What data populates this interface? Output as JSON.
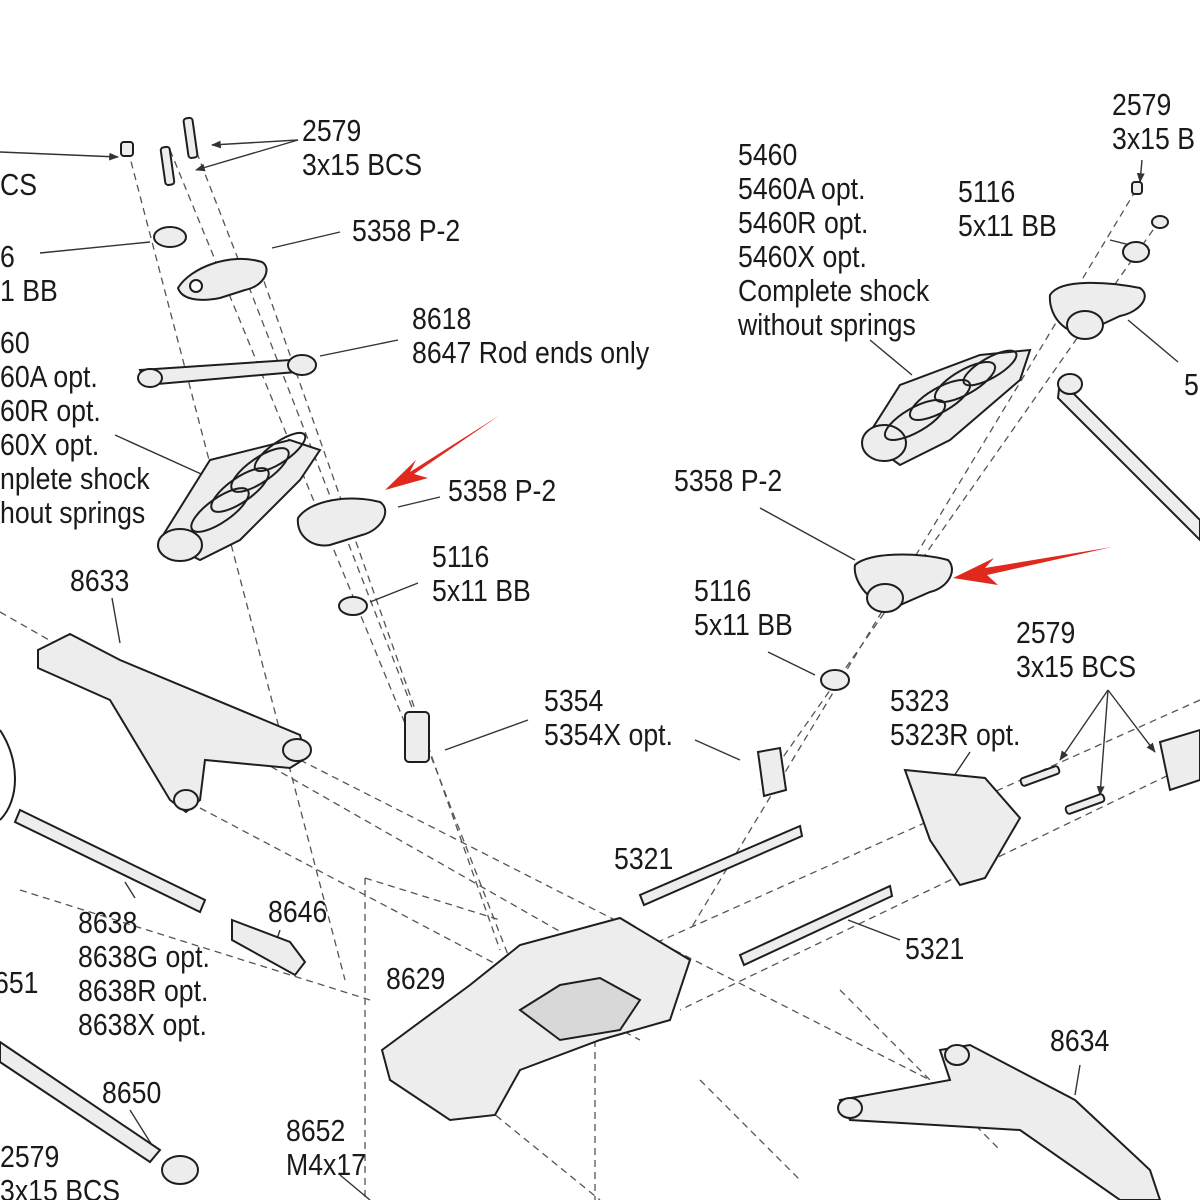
{
  "callouts": [
    {
      "id": "top-screw-left",
      "lines": [
        "2579",
        "3x15 BCS"
      ]
    },
    {
      "id": "cut-left-bcs",
      "lines": [
        "CS"
      ]
    },
    {
      "id": "cut-left-bb",
      "lines": [
        "6",
        "1 BB"
      ]
    },
    {
      "id": "upper-mount-left",
      "lines": [
        "5358 P-2"
      ]
    },
    {
      "id": "rod-ends",
      "lines": [
        "8618",
        "8647 Rod ends only"
      ]
    },
    {
      "id": "cut-left-shock",
      "lines": [
        "60",
        "60A opt.",
        "60R opt.",
        "60X opt.",
        "nplete shock",
        "hout springs"
      ]
    },
    {
      "id": "lower-mount-left",
      "lines": [
        "5358 P-2"
      ]
    },
    {
      "id": "bearing-left",
      "lines": [
        "5116",
        "5x11 BB"
      ]
    },
    {
      "id": "arm-8633",
      "lines": [
        "8633"
      ]
    },
    {
      "id": "shock-right",
      "lines": [
        "5460",
        "5460A opt.",
        "5460R opt.",
        "5460X opt.",
        "Complete shock",
        "without springs"
      ]
    },
    {
      "id": "bearing-right-top",
      "lines": [
        "5116",
        "5x11 BB"
      ]
    },
    {
      "id": "top-screw-right",
      "lines": [
        "2579",
        "3x15 B"
      ]
    },
    {
      "id": "cut-right-5",
      "lines": [
        "5"
      ]
    },
    {
      "id": "mount-right",
      "lines": [
        "5358 P-2"
      ]
    },
    {
      "id": "bearing-right",
      "lines": [
        "5116",
        "5x11 BB"
      ]
    },
    {
      "id": "screw-right",
      "lines": [
        "2579",
        "3x15 BCS"
      ]
    },
    {
      "id": "post-5354",
      "lines": [
        "5354",
        "5354X opt."
      ]
    },
    {
      "id": "bulkhead-5323",
      "lines": [
        "5323",
        "5323R opt."
      ]
    },
    {
      "id": "pin-5321-a",
      "lines": [
        "5321"
      ]
    },
    {
      "id": "pin-5321-b",
      "lines": [
        "5321"
      ]
    },
    {
      "id": "axle-8638",
      "lines": [
        "8638",
        "8638G opt.",
        "8638R opt.",
        "8638X opt."
      ]
    },
    {
      "id": "part-8646",
      "lines": [
        "8646"
      ]
    },
    {
      "id": "chassis-8629",
      "lines": [
        "8629"
      ]
    },
    {
      "id": "cut-651",
      "lines": [
        "651"
      ]
    },
    {
      "id": "driveshaft-8650",
      "lines": [
        "8650"
      ]
    },
    {
      "id": "screw-8652",
      "lines": [
        "8652",
        "M4x17"
      ]
    },
    {
      "id": "bottom-screw-left",
      "lines": [
        "2579",
        "3x15 BCS"
      ]
    },
    {
      "id": "arm-8634",
      "lines": [
        "8634"
      ]
    }
  ],
  "colors": {
    "line": "#333333",
    "part_fill": "#ededed",
    "part_stroke": "#1e1e1e",
    "arrow": "#e0281e"
  }
}
